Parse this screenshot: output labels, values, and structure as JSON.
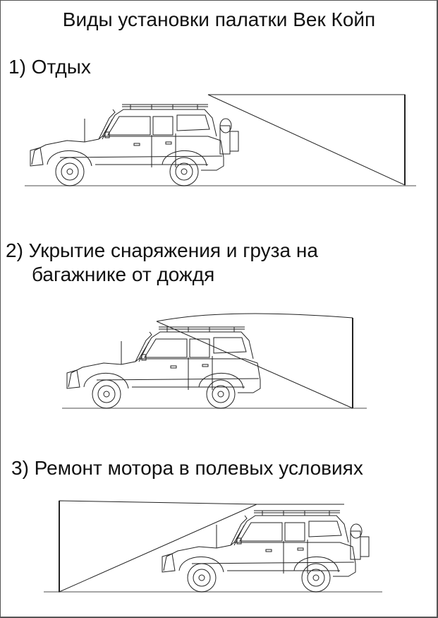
{
  "title": "Виды установки палатки Век Койп",
  "sections": [
    {
      "heading": "1) Отдых",
      "illustration": "suv-side-view-awning-behind-rear",
      "description_icon": "awning-rear-triangle"
    },
    {
      "heading_line1": "2) Укрытие снаряжения и груза на",
      "heading_line2": "багажнике от дождя",
      "illustration": "suv-side-view-awning-over-roof-rear",
      "description_icon": "awning-roof-cover"
    },
    {
      "heading": "3) Ремонт мотора в полевых условиях",
      "illustration": "suv-side-view-awning-in-front",
      "description_icon": "awning-front-triangle"
    }
  ],
  "colors": {
    "line": "#222222",
    "ground": "#888888",
    "frame": "#555555",
    "background": "#ffffff"
  }
}
